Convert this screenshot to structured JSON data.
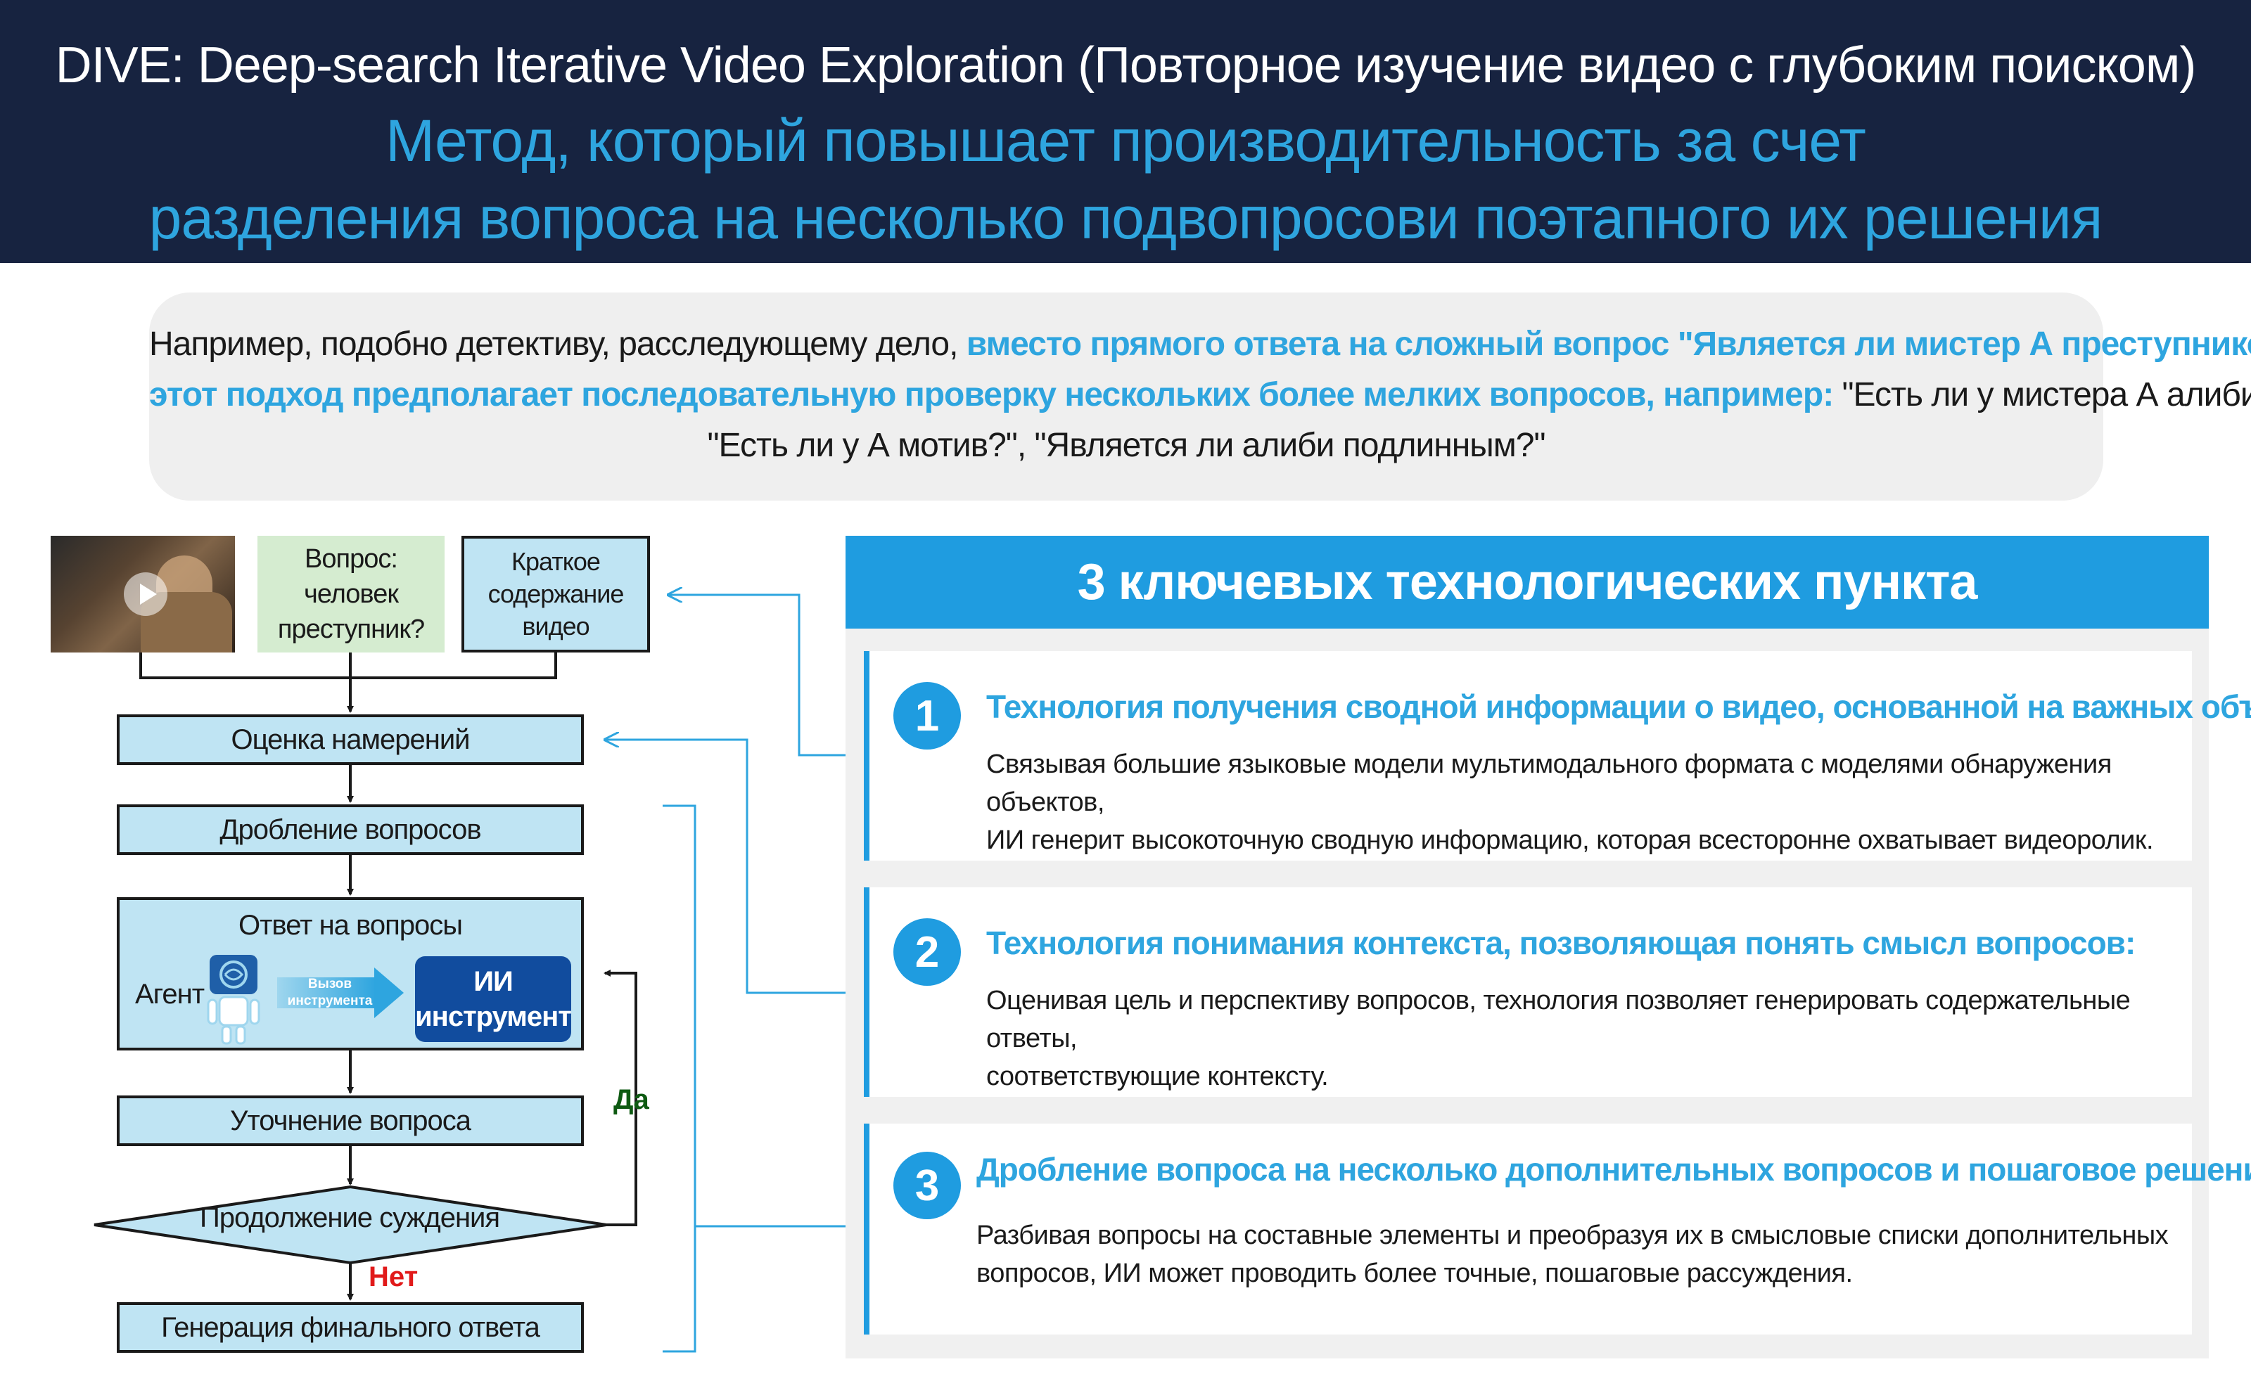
{
  "header": {
    "line1": "DIVE: Deep-search Iterative Video Exploration (Повторное изучение видео с глубоким поиском)",
    "line2": "Метод, который повышает производительность за счет",
    "line3": "разделения вопроса на несколько подвопросови поэтапного их решения"
  },
  "example": {
    "l1_a": "Например, подобно детективу, расследующему дело, ",
    "l1_b": "вместо прямого ответа на сложный вопрос \"Является ли мистер А преступником?\",",
    "l2_a": "этот подход предполагает последовательную проверку нескольких более мелких вопросов, например: ",
    "l2_b": "\"Есть ли у мистера А алиби?\",",
    "l3": "\"Есть ли у А мотив?\", \"Является ли алиби подлинным?\""
  },
  "flow": {
    "question": "Вопрос: человек преступник?",
    "summary": "Краткое содержание видео",
    "intent": "Оценка намерений",
    "split": "Дробление вопросов",
    "answer": "Ответ на вопросы",
    "agent": "Агент",
    "call": "Вызов инструмента",
    "ai_tool_1": "ИИ",
    "ai_tool_2": "инструмент",
    "refine": "Уточнение вопроса",
    "continue": "Продолжение суждения",
    "yes": "Да",
    "no": "Нет",
    "final": "Генерация финального ответа"
  },
  "panel": {
    "title": "3 ключевых технологических пункта",
    "cards": [
      {
        "num": "1",
        "title": "Технология получения сводной информации о видео, основанной на важных объектах:",
        "line1": "Связывая большие языковые модели мультимодального формата  с моделями обнаружения объектов,",
        "line2": "ИИ генерит высокоточную сводную информацию, которая всесторонне охватывает видеоролик."
      },
      {
        "num": "2",
        "title": "Технология понимания контекста, позволяющая понять смысл вопросов:",
        "line1": "Оценивая цель и перспективу вопросов, технология позволяет генерировать содержательные ответы,",
        "line2": "соответствующие контексту."
      },
      {
        "num": "3",
        "title": "Дробление вопроса на несколько дополнительных вопросов и пошаговое решение:",
        "line1": "Разбивая вопросы на составные элементы и преобразуя их в смысловые списки дополнительных",
        "line2": "вопросов, ИИ может проводить более точные, пошаговые рассуждения."
      }
    ]
  },
  "colors": {
    "header_bg": "#172340",
    "accent": "#2ea5df",
    "panel_header": "#1f9ce0",
    "box_fill": "#bfe4f3",
    "question_fill": "#d5ecd0",
    "ai_tool_fill": "#114c9e",
    "yes": "#0e5a12",
    "no": "#e11a1a"
  },
  "icons": [
    "video-thumbnail",
    "play-icon",
    "agent-brain-icon",
    "arrow-icon"
  ]
}
